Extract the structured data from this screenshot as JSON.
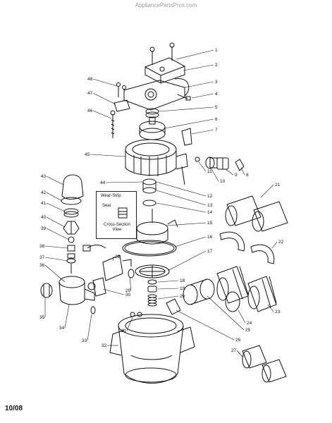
{
  "header": {
    "source": "AppliancePartsPros.com"
  },
  "footer": {
    "date_code": "10/08"
  },
  "callout": {
    "line1": "Wear-Strip",
    "line2": "Seal",
    "line3": "Cross-Section View"
  },
  "parts": [
    {
      "label": "1"
    },
    {
      "label": "2"
    },
    {
      "label": "3"
    },
    {
      "label": "4"
    },
    {
      "label": "5"
    },
    {
      "label": "6"
    },
    {
      "label": "7"
    },
    {
      "label": "8"
    },
    {
      "label": "9"
    },
    {
      "label": "10"
    },
    {
      "label": "11"
    },
    {
      "label": "12"
    },
    {
      "label": "13"
    },
    {
      "label": "14"
    },
    {
      "label": "15"
    },
    {
      "label": "16"
    },
    {
      "label": "17"
    },
    {
      "label": "18"
    },
    {
      "label": "19"
    },
    {
      "label": "20"
    },
    {
      "label": "21"
    },
    {
      "label": "22"
    },
    {
      "label": "23"
    },
    {
      "label": "24"
    },
    {
      "label": "25"
    },
    {
      "label": "26"
    },
    {
      "label": "27"
    },
    {
      "label": "28"
    },
    {
      "label": "29"
    },
    {
      "label": "30"
    },
    {
      "label": "31"
    },
    {
      "label": "32"
    },
    {
      "label": "33"
    },
    {
      "label": "34"
    },
    {
      "label": "35"
    },
    {
      "label": "36"
    },
    {
      "label": "37"
    },
    {
      "label": "38"
    },
    {
      "label": "39"
    },
    {
      "label": "40"
    },
    {
      "label": "41"
    },
    {
      "label": "42"
    },
    {
      "label": "43"
    },
    {
      "label": "44"
    },
    {
      "label": "45"
    },
    {
      "label": "46"
    },
    {
      "label": "47"
    },
    {
      "label": "48"
    }
  ]
}
